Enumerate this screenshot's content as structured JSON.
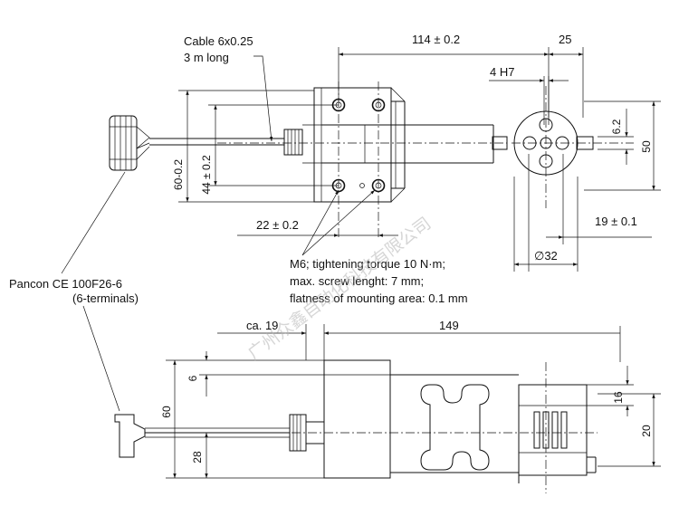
{
  "title": "Load cell dimension drawing",
  "labels": {
    "cable_line1": "Cable 6x0.25",
    "cable_line2": "3 m long",
    "connector_line1": "Pancon CE 100F26-6",
    "connector_line2": "(6-terminals)",
    "note_line1": "M6; tightening torque 10 N·m;",
    "note_line2": "max. screw lenght: 7 mm;",
    "note_line3": "flatness of mounting area: 0.1 mm"
  },
  "dimensions": {
    "length_114": "114 ± 0.2",
    "width_25": "25",
    "hole_4h7": "4 H7",
    "d_6_2": "6.2",
    "d_50": "50",
    "d_60_0_2": "60-0.2",
    "d_44_0_2": "44 ± 0.2",
    "d_22_0_2": "22 ± 0.2",
    "d_19_0_1": "19 ± 0.1",
    "d_32": "∅32",
    "ca_19": "ca. 19",
    "d_149": "149",
    "d_6": "6",
    "d_60": "60",
    "d_28": "28",
    "d_16": "16",
    "d_20": "20"
  },
  "watermark": "广州众鑫自动化科技有限公司"
}
